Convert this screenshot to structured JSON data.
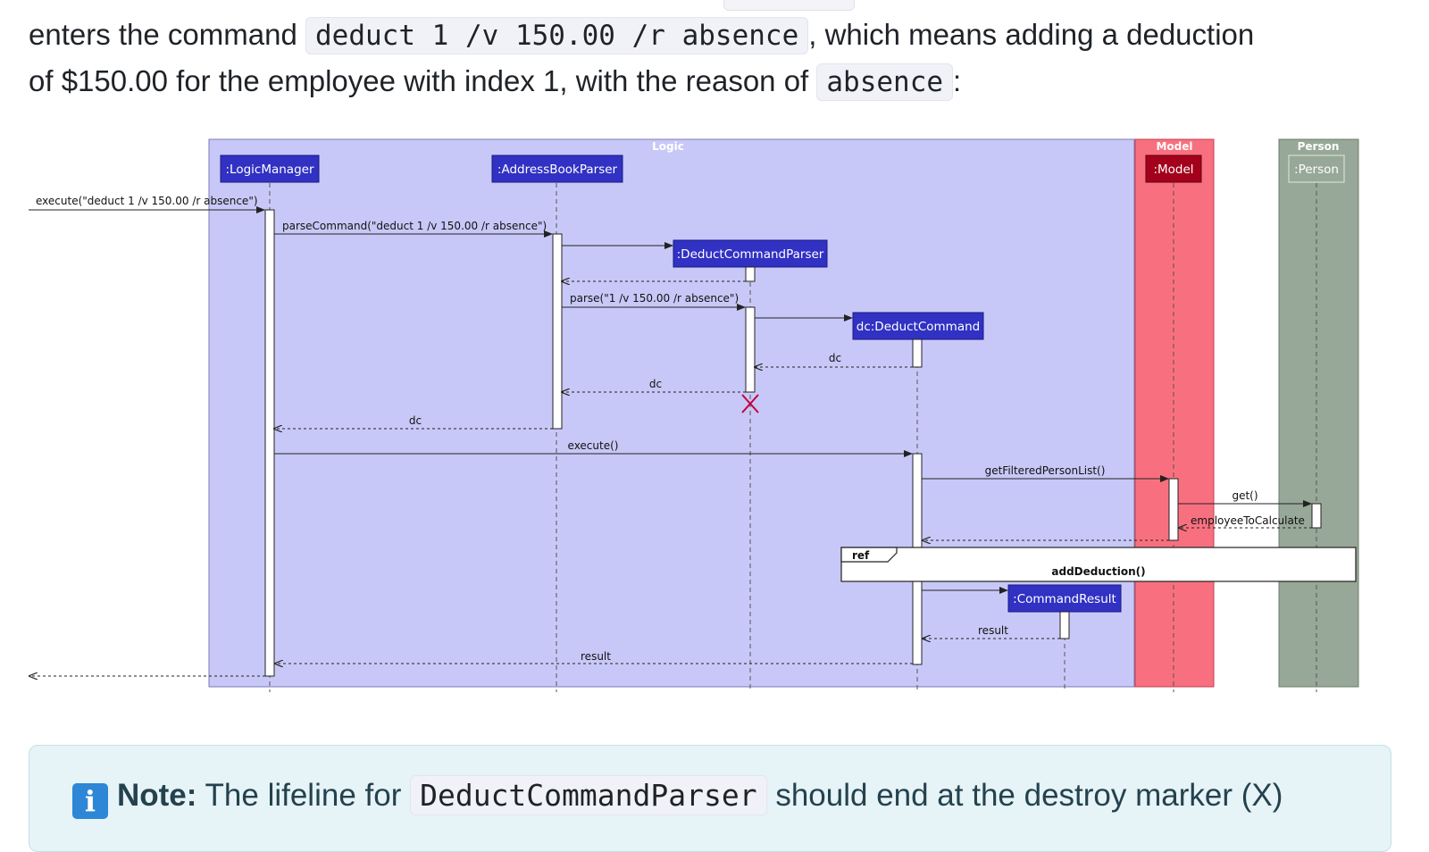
{
  "paragraph": {
    "line1_text": "enters the command",
    "line1_code": "deduct 1 /v 150.00 /r absence",
    "line1_rest": ", which means adding a deduction",
    "line2_text": "of $150.00 for the employee with index 1, with the reason of",
    "line2_code": "absence",
    "line2_end": ":"
  },
  "diagram": {
    "boxes": [
      {
        "title": "Logic",
        "fill": "#c8c8f8"
      },
      {
        "title": "Model",
        "fill": "#f8707f"
      },
      {
        "title": "Person",
        "fill": "#98a898"
      }
    ],
    "participants": [
      {
        "label": ":LogicManager",
        "fill": "#3131c4"
      },
      {
        "label": ":AddressBookParser",
        "fill": "#3131c4"
      },
      {
        "label": ":DeductCommandParser",
        "fill": "#3131c4"
      },
      {
        "label": "dc:DeductCommand",
        "fill": "#3131c4"
      },
      {
        "label": ":CommandResult",
        "fill": "#3131c4"
      },
      {
        "label": ":Model",
        "fill": "#a3001c"
      },
      {
        "label": ":Person",
        "fill": "#98a898"
      }
    ],
    "messages": {
      "m_execute_cmd": "execute(\"deduct 1 /v 150.00 /r absence\")",
      "m_parse_command": "parseCommand(\"deduct 1 /v 150.00 /r absence\")",
      "m_parse": "parse(\"1 /v 150.00 /r absence\")",
      "m_dc_1": "dc",
      "m_dc_2": "dc",
      "m_dc_3": "dc",
      "m_execute": "execute()",
      "m_get_filtered": "getFilteredPersonList()",
      "m_get": "get()",
      "m_employee": "employeeToCalculate",
      "m_result_1": "result",
      "m_result_2": "result"
    },
    "ref": {
      "tag": "ref",
      "label": "addDeduction()"
    }
  },
  "note": {
    "label": "Note:",
    "text_before": "The lifeline for",
    "code": "DeductCommandParser",
    "text_after": "should end at the destroy marker (X)"
  }
}
